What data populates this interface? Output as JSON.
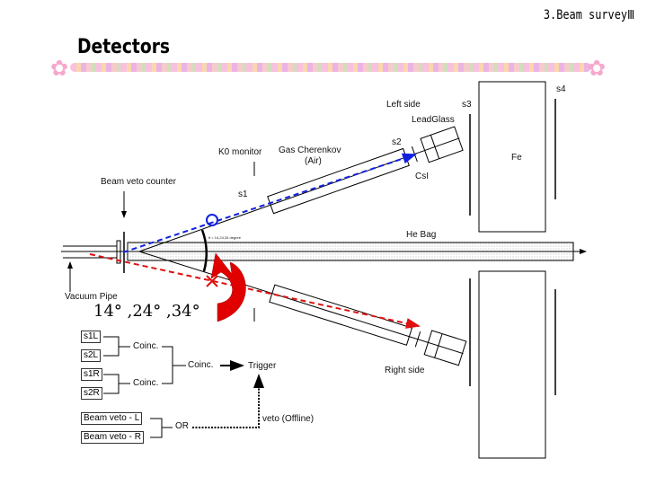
{
  "header": {
    "section": "3.Beam surveyⅢ",
    "title": "Detectors"
  },
  "labels": {
    "left_side": "Left side",
    "right_side": "Right side",
    "s1": "s1",
    "s2": "s2",
    "s3": "s3",
    "s4": "s4",
    "lead_glass": "LeadGlass",
    "csi": "CsI",
    "fe": "Fe",
    "gas_cherenkov": "Gas Cherenkov",
    "air": "(Air)",
    "k0_monitor": "K0 monitor",
    "beam_veto_counter": "Beam veto counter",
    "he_bag": "He Bag",
    "vacuum_pipe": "Vacuum Pipe",
    "angle_note": "θ = 14,24,34 degree",
    "angles": "14° ,24° ,34°"
  },
  "logic": {
    "inputs": [
      "s1L",
      "s2L",
      "s1R",
      "s2R"
    ],
    "coinc": "Coinc.",
    "trigger": "Trigger",
    "veto_inputs": [
      "Beam veto - L",
      "Beam veto - R"
    ],
    "or": "OR",
    "veto_offline": "veto (Offline)"
  },
  "colors": {
    "blue_track": "#1020e0",
    "red_track": "#e01010",
    "arrow": "#e00000",
    "decor": "#f7b6d8"
  }
}
